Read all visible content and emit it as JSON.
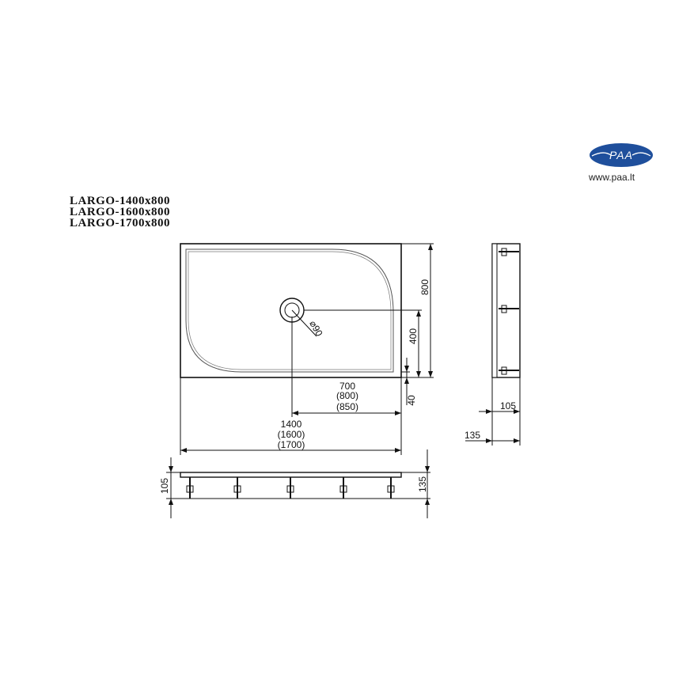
{
  "logo": {
    "wordmark": "PAA",
    "url": "www.paa.lt",
    "color": "#1f4f9c"
  },
  "models": [
    "LARGO-1400x800",
    "LARGO-1600x800",
    "LARGO-1700x800"
  ],
  "dims": {
    "width_tray": "800",
    "drain_offset": "400",
    "drain_diameter": "⌀90",
    "edge": "40",
    "drain_x": [
      "700",
      "(800)",
      "(850)"
    ],
    "length": [
      "1400",
      "(1600)",
      "(1700)"
    ],
    "side_depth": "105",
    "side_total": "135",
    "front_depth": "105",
    "front_total": "135"
  },
  "colors": {
    "line": "#111111",
    "tray_inner": "#555555"
  }
}
